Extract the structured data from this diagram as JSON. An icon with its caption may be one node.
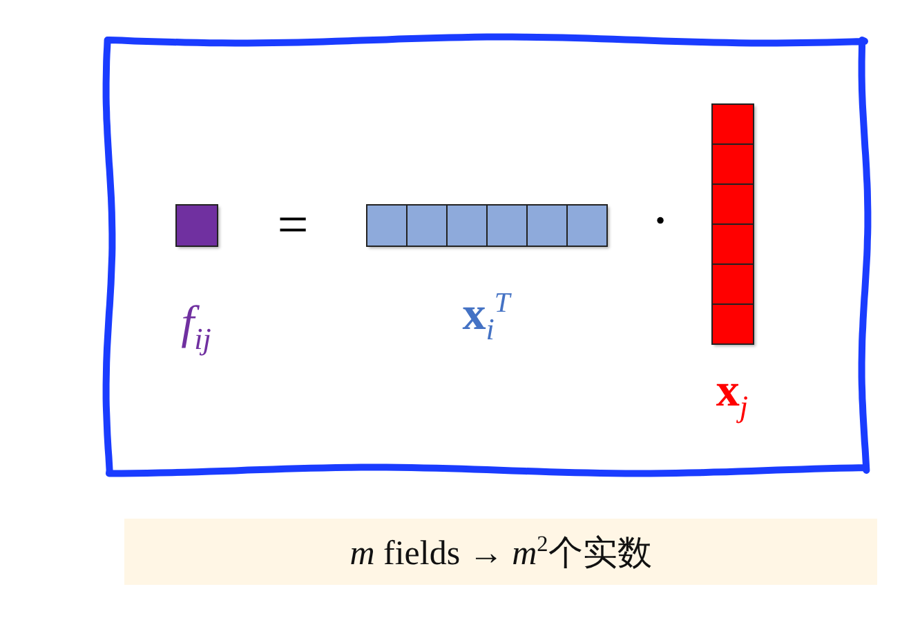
{
  "diagram": {
    "nodes": [
      {
        "text": [],
        "shape": "box"
      },
      {
        "text": [],
        "shape": "box",
        "in": 0,
        "beside": [
          "f$_{ij}$"
        ]
      },
      {
        "text": [],
        "shape": "box",
        "in": 0,
        "beside": [
          "**x**$_{i}$$^{T}$"
        ]
      },
      {
        "text": [],
        "shape": "box",
        "in": 0,
        "beside": [
          "**x**$_{j}$"
        ]
      },
      {
        "text": [
          "*m* fields → *m*$^{2}$个实数"
        ]
      }
    ],
    "labels": [
      "=",
      "·"
    ]
  }
}
